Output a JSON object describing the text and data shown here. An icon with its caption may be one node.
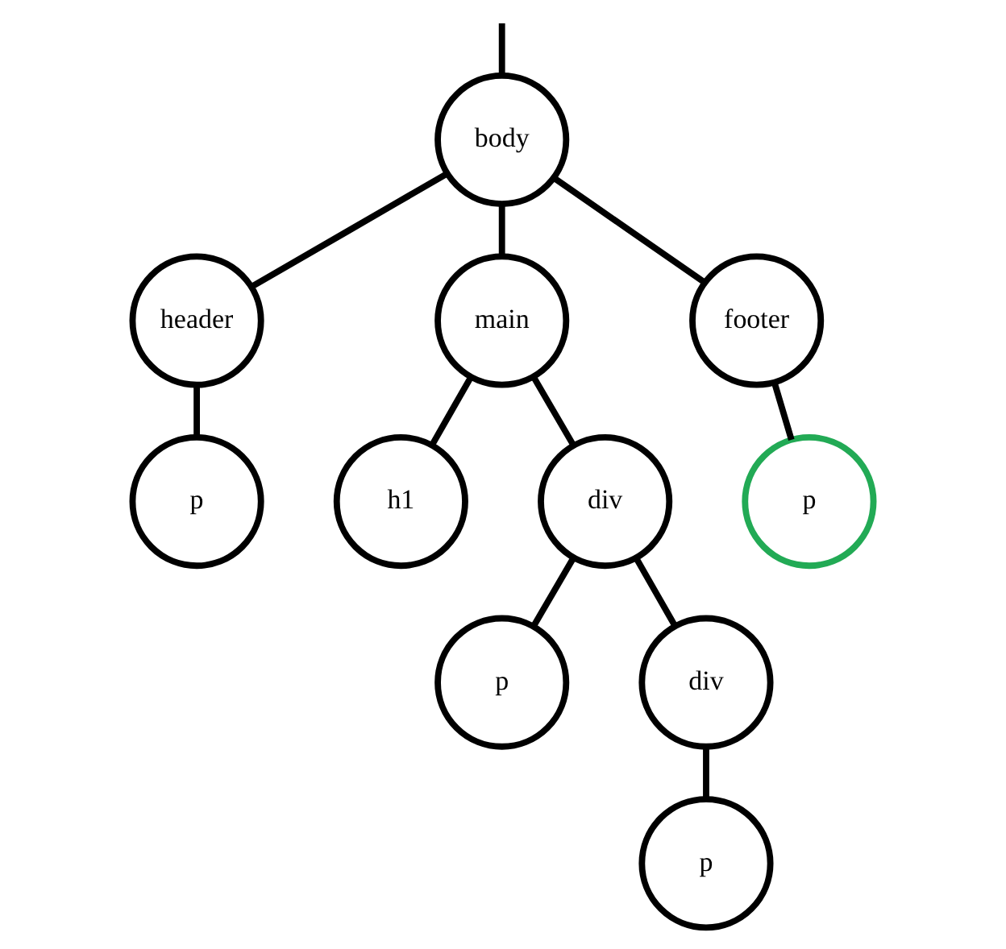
{
  "diagram": {
    "nodes": [
      {
        "text": [
          "body"
        ]
      },
      {
        "text": [
          "header"
        ]
      },
      {
        "text": [
          "main"
        ]
      },
      {
        "text": [
          "footer"
        ]
      },
      {
        "text": [
          "p"
        ]
      },
      {
        "text": [
          "h1"
        ]
      },
      {
        "text": [
          "div"
        ]
      },
      {
        "text": [
          "p"
        ]
      },
      {
        "text": [
          "p"
        ]
      },
      {
        "text": [
          "div"
        ]
      },
      {
        "text": [
          "p"
        ]
      }
    ],
    "edges": [
      {
        "from": null,
        "to": 0,
        "arrow": "none"
      },
      {
        "from": 0,
        "to": 1,
        "arrow": "none"
      },
      {
        "from": 0,
        "to": 2,
        "arrow": "none"
      },
      {
        "from": 0,
        "to": 3,
        "arrow": "none"
      },
      {
        "from": 1,
        "to": 4,
        "arrow": "none"
      },
      {
        "from": 3,
        "to": 7,
        "arrow": "none"
      },
      {
        "from": 2,
        "to": 5,
        "arrow": "none"
      },
      {
        "from": 2,
        "to": 6,
        "arrow": "none"
      },
      {
        "from": 6,
        "to": 8,
        "arrow": "none"
      },
      {
        "from": 6,
        "to": 9,
        "arrow": "none"
      },
      {
        "from": 9,
        "to": 10,
        "arrow": "none"
      }
    ]
  }
}
